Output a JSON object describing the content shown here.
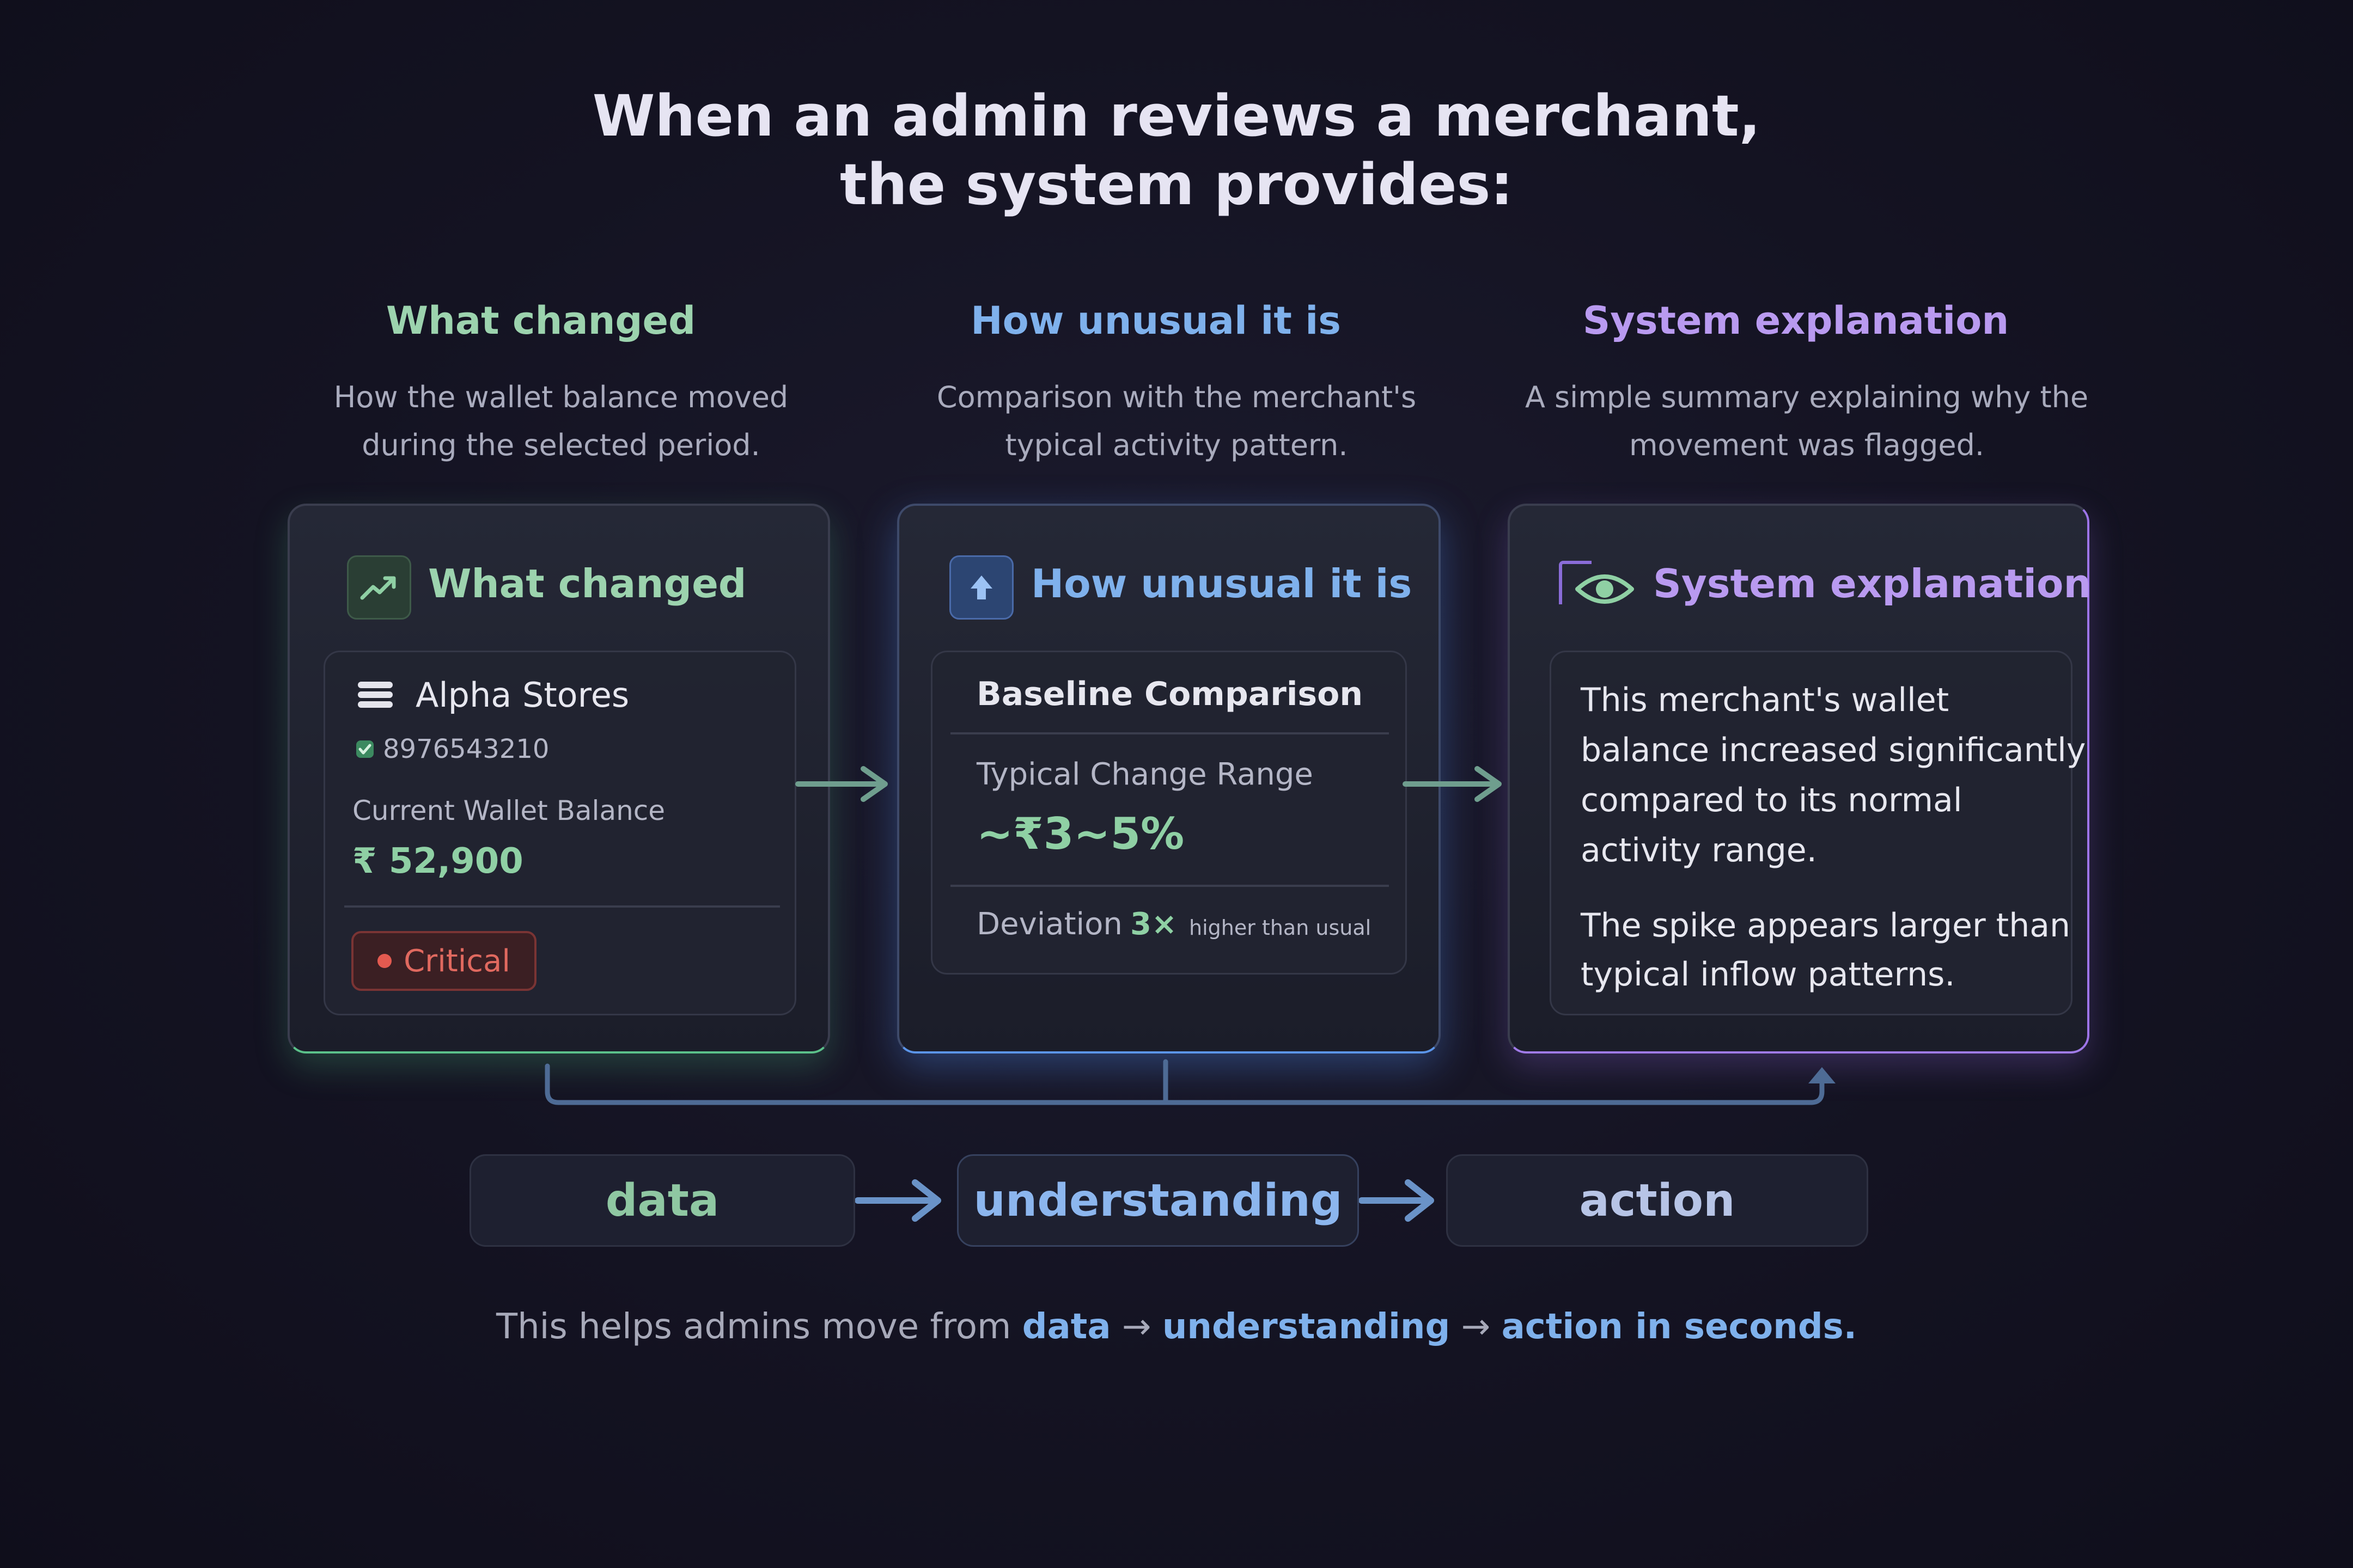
{
  "title": {
    "line1": "When an admin reviews a merchant,",
    "line2": "the system provides:"
  },
  "columns": [
    {
      "heading": "What changed",
      "subtitle_line1": "How the wallet balance moved",
      "subtitle_line2": "during the selected period."
    },
    {
      "heading": "How unusual it is",
      "subtitle_line1": "Comparison with the merchant's",
      "subtitle_line2": "typical activity pattern."
    },
    {
      "heading": "System explanation",
      "subtitle_line1": "A simple summary explaining why the",
      "subtitle_line2": "movement was flagged."
    }
  ],
  "card_what_changed": {
    "title": "What changed",
    "merchant_name": "Alpha Stores",
    "merchant_id": "8976543210",
    "balance_label": "Current Wallet Balance",
    "balance_value": "₹ 52,900",
    "status": "Critical"
  },
  "card_unusual": {
    "title": "How unusual it is",
    "section_title": "Baseline Comparison",
    "range_label": "Typical Change Range",
    "range_value": "~₹3~5%",
    "deviation_label": "Deviation",
    "deviation_value": "3×",
    "deviation_note": "higher than usual"
  },
  "card_explanation": {
    "title": "System explanation",
    "para1_lines": [
      "This merchant's wallet",
      "balance increased significantly",
      "compared to its normal",
      "activity range."
    ],
    "para2_lines": [
      "The spike appears larger than",
      "typical inflow patterns."
    ]
  },
  "flow": {
    "step1": "data",
    "step2": "understanding",
    "step3": "action"
  },
  "footer": {
    "prefix": "This helps admins move from",
    "word1": "data",
    "arrow1": "→",
    "word2": "understanding",
    "arrow2": "→",
    "word3": "action in seconds."
  },
  "colors": {
    "green": "#9cd3ae",
    "blue": "#7fb1ec",
    "purple": "#b99af0",
    "critical": "#e0695f",
    "background": "#141322"
  },
  "icons": {
    "what_changed": "trending-up-icon",
    "unusual": "arrow-up-icon",
    "explanation": "eye-icon",
    "merchant": "stack-icon",
    "id": "verified-check-icon"
  }
}
